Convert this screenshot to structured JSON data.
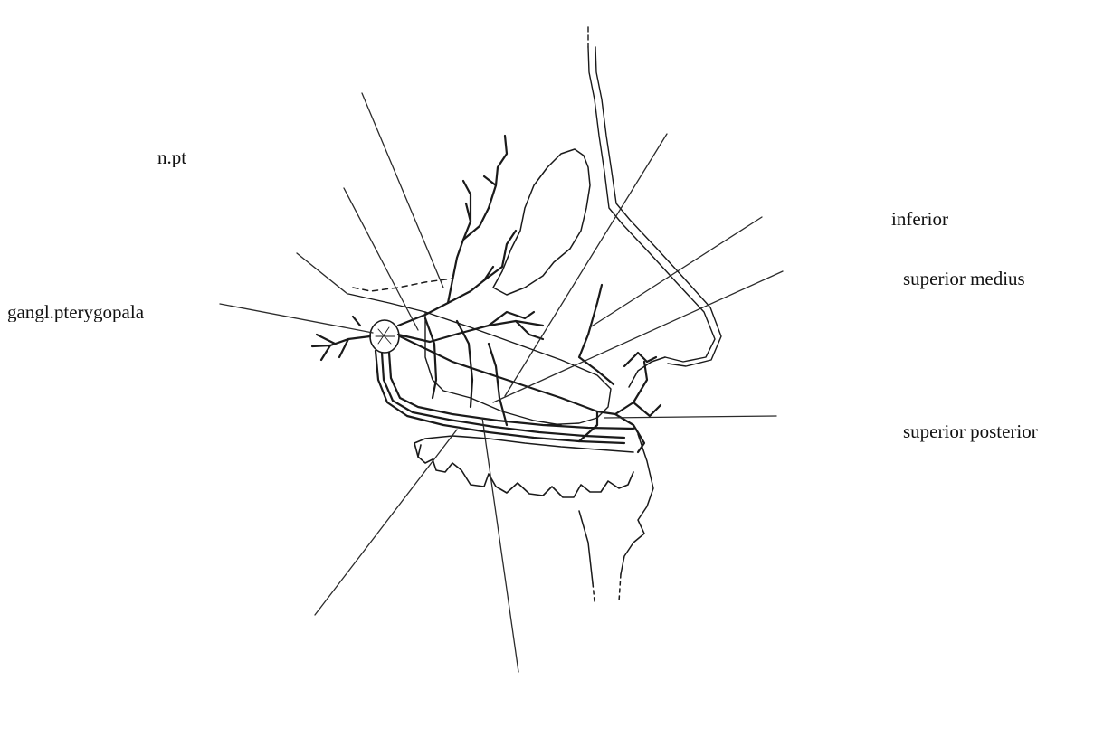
{
  "diagram": {
    "colors": {
      "background": "#ffffff",
      "ink": "#1a1a1a",
      "leader": "#2b2b2b"
    },
    "labels": {
      "n_pterygoid_canal": "n.pt",
      "ganglion": "gangl.pterygopala",
      "inferior": "inferior",
      "superior_medius": "superior medius",
      "superior_posterior": "superior posterior"
    }
  }
}
